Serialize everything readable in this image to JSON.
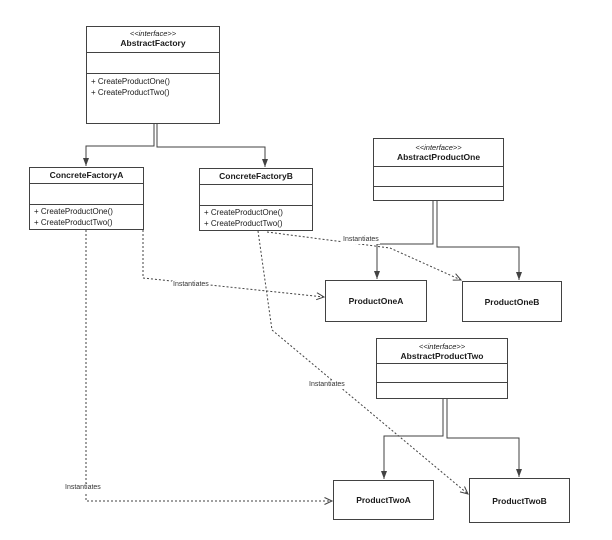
{
  "canvas": {
    "background": "#ffffff"
  },
  "colors": {
    "line": "#424242",
    "text": "#1a1a1a"
  },
  "classes": {
    "abstractFactory": {
      "stereotype": "<<interface>>",
      "name": "AbstractFactory",
      "methods": {
        "m1": "+ CreateProductOne()",
        "m2": "+ CreateProductTwo()"
      }
    },
    "concreteFactoryA": {
      "name": "ConcreteFactoryA",
      "methods": {
        "m1": "+ CreateProductOne()",
        "m2": "+ CreateProductTwo()"
      }
    },
    "concreteFactoryB": {
      "name": "ConcreteFactoryB",
      "methods": {
        "m1": "+ CreateProductOne()",
        "m2": "+ CreateProductTwo()"
      }
    },
    "abstractProductOne": {
      "stereotype": "<<interface>>",
      "name": "AbstractProductOne"
    },
    "abstractProductTwo": {
      "stereotype": "<<interface>>",
      "name": "AbstractProductTwo"
    },
    "productOneA": {
      "name": "ProductOneA"
    },
    "productOneB": {
      "name": "ProductOneB"
    },
    "productTwoA": {
      "name": "ProductTwoA"
    },
    "productTwoB": {
      "name": "ProductTwoB"
    }
  },
  "edgeLabels": {
    "factoryAToProductOneA": "Instantiates",
    "factoryAToProductTwoA": "Instantiates",
    "factoryBToProductOneB": "Instantiates",
    "factoryBToProductTwoB": "Instantiates"
  }
}
